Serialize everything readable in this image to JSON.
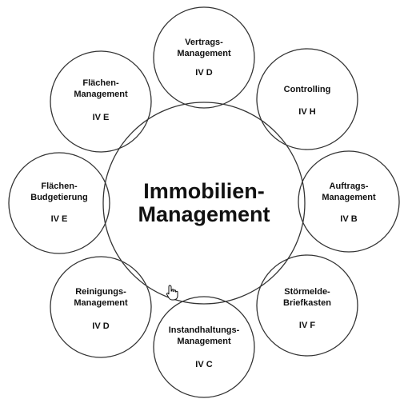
{
  "center": {
    "lines": [
      "Immobilien-",
      "Management"
    ]
  },
  "satellites": [
    {
      "id": "vertrags",
      "lines": [
        "Vertrags-",
        "Management",
        "IV D"
      ]
    },
    {
      "id": "controlling",
      "lines": [
        "Controlling",
        "",
        "IV H"
      ]
    },
    {
      "id": "auftrags",
      "lines": [
        "Auftrags-",
        "Management",
        "IV B"
      ]
    },
    {
      "id": "stoermelde",
      "lines": [
        "Störmelde-",
        "Briefkasten",
        "IV F"
      ]
    },
    {
      "id": "instandhaltung",
      "lines": [
        "Instandhaltungs-",
        "Management",
        "IV C"
      ]
    },
    {
      "id": "reinigung",
      "lines": [
        "Reinigungs-",
        "Management",
        "IV D"
      ]
    },
    {
      "id": "budget",
      "lines": [
        "Flächen-",
        "Budgetierung",
        "IV E"
      ]
    },
    {
      "id": "flaechen",
      "lines": [
        "Flächen-",
        "Management",
        "IV E"
      ]
    }
  ],
  "colors": {
    "stroke": "#333333",
    "text": "#111111",
    "background": "#ffffff"
  },
  "icons": {
    "cursor": "hand-pointer-icon"
  }
}
